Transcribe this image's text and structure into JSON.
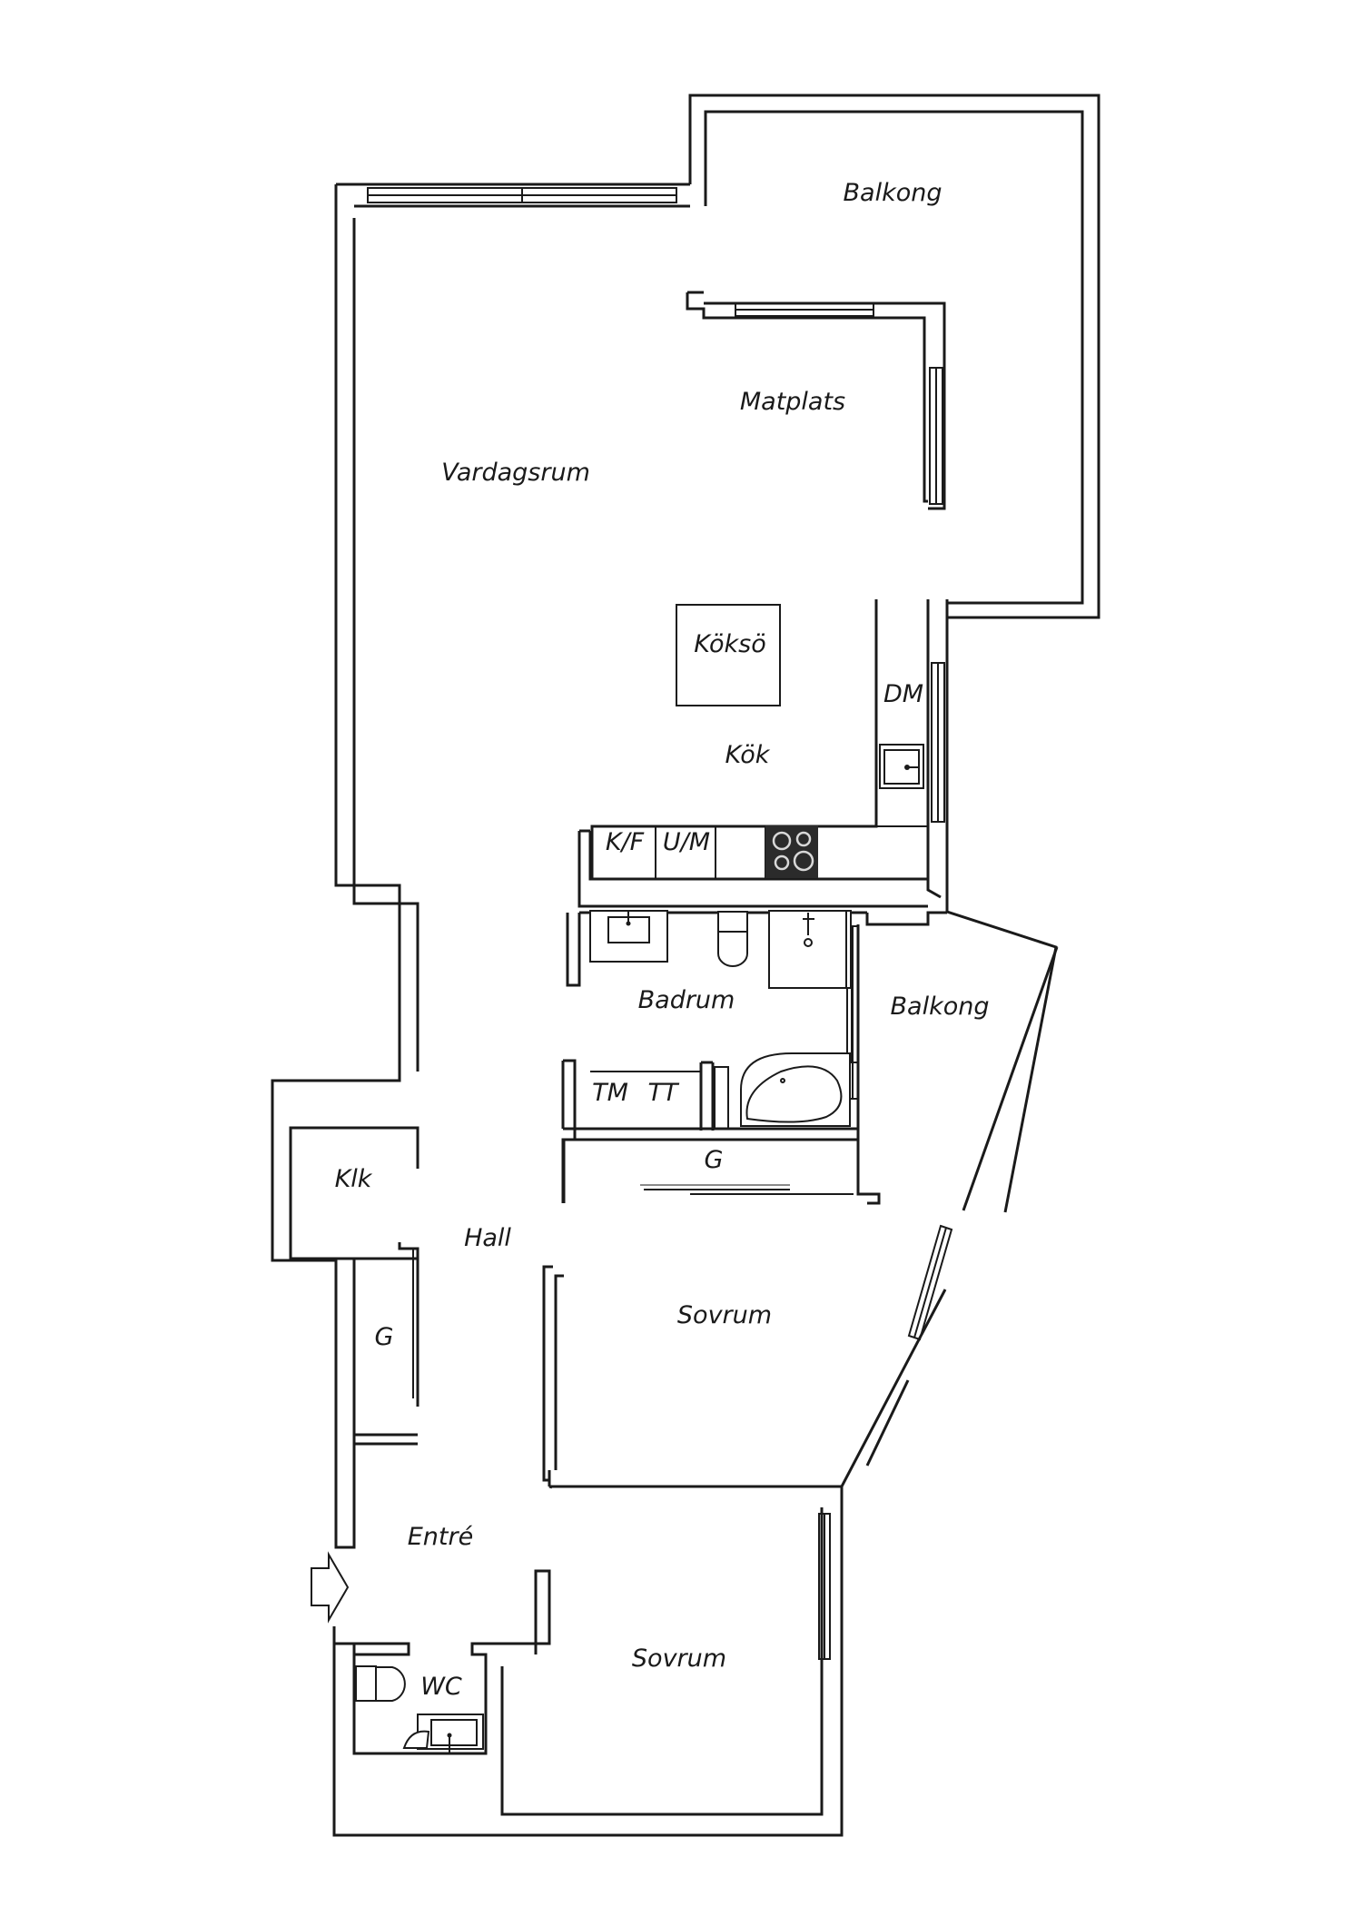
{
  "rooms": {
    "balkong_top": "Balkong",
    "matplats": "Matplats",
    "vardagsrum": "Vardagsrum",
    "koksoe": "Köksö",
    "dm": "DM",
    "kok": "Kök",
    "kf": "K/F",
    "um": "U/M",
    "badrum": "Badrum",
    "balkong_side": "Balkong",
    "tm": "TM",
    "tt": "TT",
    "g_bath": "G",
    "klk": "Klk",
    "hall": "Hall",
    "g_hall": "G",
    "sovrum_1": "Sovrum",
    "entre": "Entré",
    "wc": "WC",
    "sovrum_2": "Sovrum"
  },
  "icons": {
    "entrance": "entrance-arrow-icon",
    "stove": "stove-icon",
    "sink": "sink-icon",
    "toilet": "toilet-icon",
    "bathtub": "bathtub-icon",
    "shower": "shower-icon"
  },
  "colors": {
    "wall": "#1a1a1a",
    "stove": "#2b2b2b",
    "background": "#ffffff"
  }
}
